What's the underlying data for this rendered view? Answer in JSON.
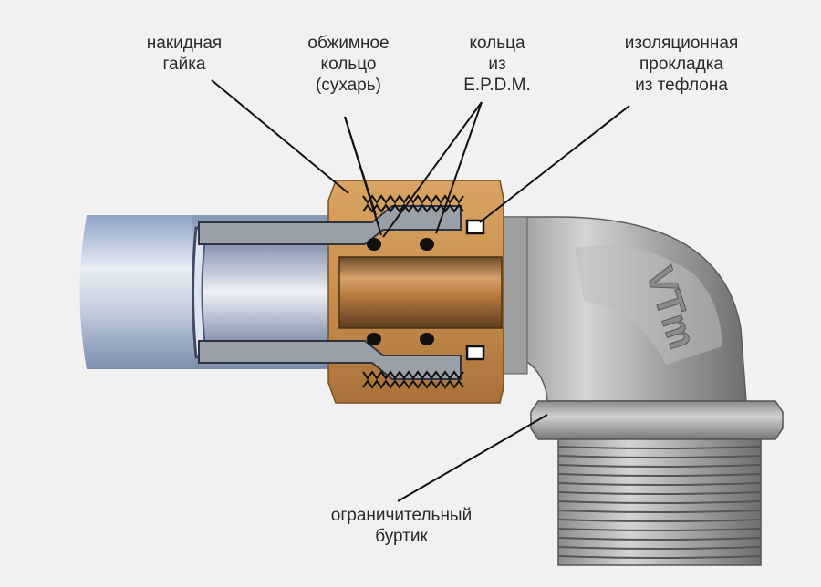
{
  "labels": {
    "nut": [
      "накидная",
      "гайка"
    ],
    "crimp_ring": [
      "обжимное",
      "кольцо",
      "(сухарь)"
    ],
    "epdm_rings": [
      "кольца",
      "из",
      "E.P.D.M."
    ],
    "teflon_gasket": [
      "изоляционная",
      "прокладка",
      "из тефлона"
    ],
    "collar": [
      "ограничительный",
      "буртик"
    ]
  },
  "fitting_marking": "VTm",
  "colors": {
    "background": "#f1f1f1",
    "brass": "#c98f4e",
    "pipe": "#cfd8e6",
    "nickel": "#a9a9a9",
    "text": "#2a2a2a"
  }
}
